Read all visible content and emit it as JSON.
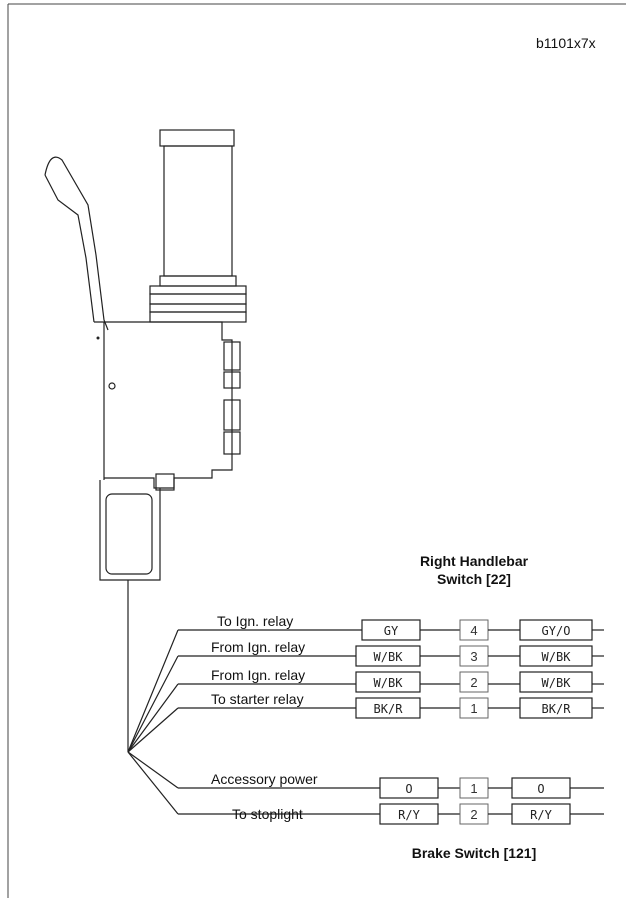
{
  "figure_id": "b1101x7x",
  "right_switch": {
    "title_line1": "Right Handlebar",
    "title_line2": "Switch [22]",
    "rows": [
      {
        "label": "To Ign. relay",
        "left": "GY",
        "pin": "4",
        "right": "GY/O"
      },
      {
        "label": "From Ign. relay",
        "left": "W/BK",
        "pin": "3",
        "right": "W/BK"
      },
      {
        "label": "From Ign. relay",
        "left": "W/BK",
        "pin": "2",
        "right": "W/BK"
      },
      {
        "label": "To starter relay",
        "left": "BK/R",
        "pin": "1",
        "right": "BK/R"
      }
    ]
  },
  "brake_switch": {
    "title": "Brake Switch [121]",
    "rows": [
      {
        "label": "Accessory power",
        "left": "O",
        "pin": "1",
        "right": "O"
      },
      {
        "label": "To stoplight",
        "left": "R/Y",
        "pin": "2",
        "right": "R/Y"
      }
    ]
  }
}
